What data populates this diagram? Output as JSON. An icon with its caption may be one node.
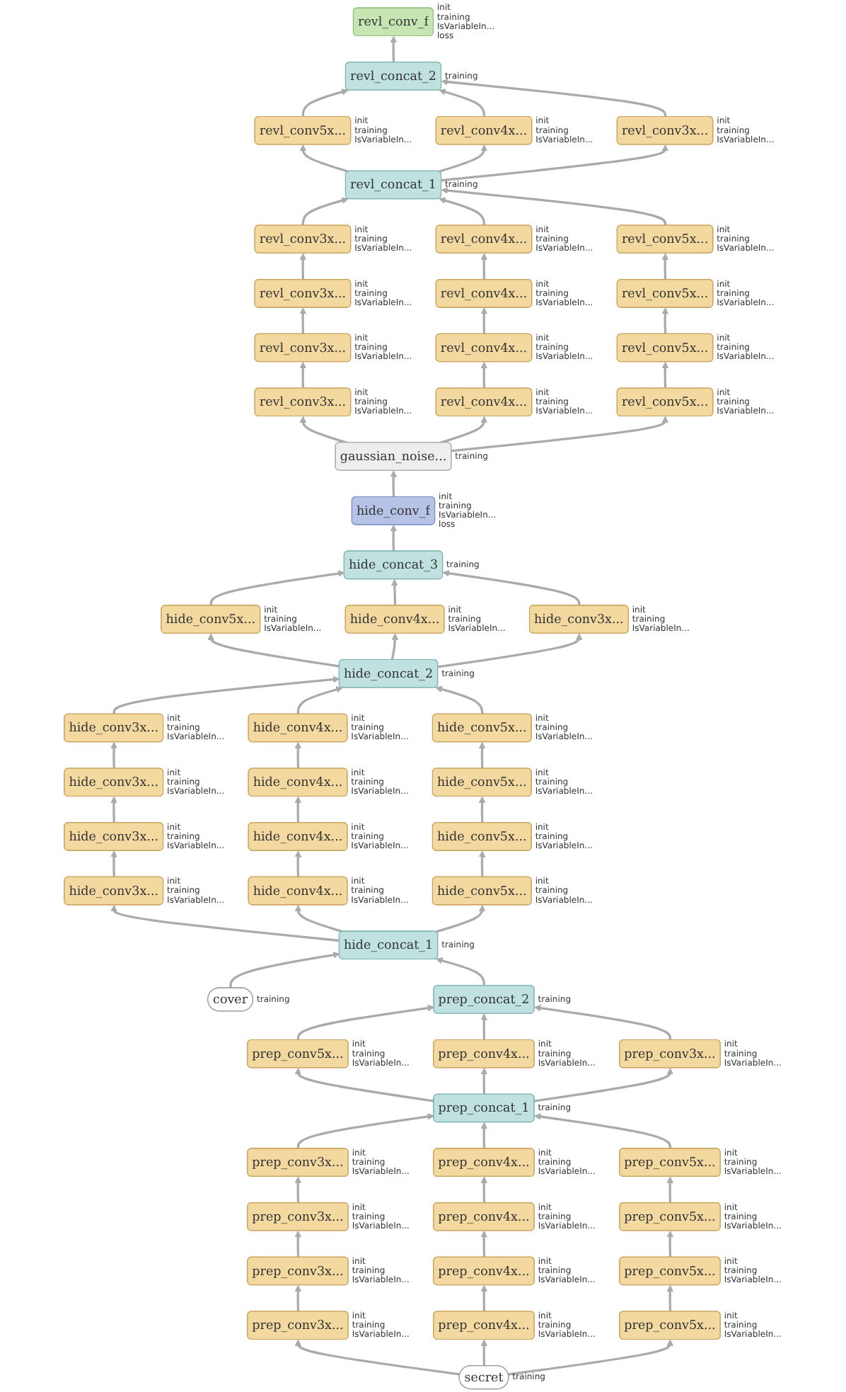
{
  "diagram": {
    "nodes": [
      {
        "text": [
          "revl_conv_f"
        ],
        "beside": [
          "init",
          "training",
          "IsVariableIn...",
          "loss"
        ]
      },
      {
        "text": [
          "revl_concat_2"
        ],
        "beside": [
          "training"
        ]
      },
      {
        "text": [
          "revl_conv5x..."
        ],
        "beside": [
          "init",
          "training",
          "IsVariableIn..."
        ]
      },
      {
        "text": [
          "revl_conv4x..."
        ],
        "beside": [
          "init",
          "training",
          "IsVariableIn..."
        ]
      },
      {
        "text": [
          "revl_conv3x..."
        ],
        "beside": [
          "init",
          "training",
          "IsVariableIn..."
        ]
      },
      {
        "text": [
          "revl_concat_1"
        ],
        "beside": [
          "training"
        ]
      },
      {
        "text": [
          "revl_conv3x..."
        ],
        "beside": [
          "init",
          "training",
          "IsVariableIn..."
        ]
      },
      {
        "text": [
          "revl_conv4x..."
        ],
        "beside": [
          "init",
          "training",
          "IsVariableIn..."
        ]
      },
      {
        "text": [
          "revl_conv5x..."
        ],
        "beside": [
          "init",
          "training",
          "IsVariableIn..."
        ]
      },
      {
        "text": [
          "revl_conv3x..."
        ],
        "beside": [
          "init",
          "training",
          "IsVariableIn..."
        ]
      },
      {
        "text": [
          "revl_conv4x..."
        ],
        "beside": [
          "init",
          "training",
          "IsVariableIn..."
        ]
      },
      {
        "text": [
          "revl_conv5x..."
        ],
        "beside": [
          "init",
          "training",
          "IsVariableIn..."
        ]
      },
      {
        "text": [
          "revl_conv3x..."
        ],
        "beside": [
          "init",
          "training",
          "IsVariableIn..."
        ]
      },
      {
        "text": [
          "revl_conv4x..."
        ],
        "beside": [
          "init",
          "training",
          "IsVariableIn..."
        ]
      },
      {
        "text": [
          "revl_conv5x..."
        ],
        "beside": [
          "init",
          "training",
          "IsVariableIn..."
        ]
      },
      {
        "text": [
          "revl_conv3x..."
        ],
        "beside": [
          "init",
          "training",
          "IsVariableIn..."
        ]
      },
      {
        "text": [
          "revl_conv4x..."
        ],
        "beside": [
          "init",
          "training",
          "IsVariableIn..."
        ]
      },
      {
        "text": [
          "revl_conv5x..."
        ],
        "beside": [
          "init",
          "training",
          "IsVariableIn..."
        ]
      },
      {
        "text": [
          "gaussian_noise..."
        ],
        "beside": [
          "training"
        ]
      },
      {
        "text": [
          "hide_conv_f"
        ],
        "beside": [
          "init",
          "training",
          "IsVariableIn...",
          "loss"
        ]
      },
      {
        "text": [
          "hide_concat_3"
        ],
        "beside": [
          "training"
        ]
      },
      {
        "text": [
          "hide_conv5x..."
        ],
        "beside": [
          "init",
          "training",
          "IsVariableIn..."
        ]
      },
      {
        "text": [
          "hide_conv4x..."
        ],
        "beside": [
          "init",
          "training",
          "IsVariableIn..."
        ]
      },
      {
        "text": [
          "hide_conv3x..."
        ],
        "beside": [
          "init",
          "training",
          "IsVariableIn..."
        ]
      },
      {
        "text": [
          "hide_concat_2"
        ],
        "beside": [
          "training"
        ]
      },
      {
        "text": [
          "hide_conv3x..."
        ],
        "beside": [
          "init",
          "training",
          "IsVariableIn..."
        ]
      },
      {
        "text": [
          "hide_conv4x..."
        ],
        "beside": [
          "init",
          "training",
          "IsVariableIn..."
        ]
      },
      {
        "text": [
          "hide_conv5x..."
        ],
        "beside": [
          "init",
          "training",
          "IsVariableIn..."
        ]
      },
      {
        "text": [
          "hide_conv3x..."
        ],
        "beside": [
          "init",
          "training",
          "IsVariableIn..."
        ]
      },
      {
        "text": [
          "hide_conv4x..."
        ],
        "beside": [
          "init",
          "training",
          "IsVariableIn..."
        ]
      },
      {
        "text": [
          "hide_conv5x..."
        ],
        "beside": [
          "init",
          "training",
          "IsVariableIn..."
        ]
      },
      {
        "text": [
          "hide_conv3x..."
        ],
        "beside": [
          "init",
          "training",
          "IsVariableIn..."
        ]
      },
      {
        "text": [
          "hide_conv4x..."
        ],
        "beside": [
          "init",
          "training",
          "IsVariableIn..."
        ]
      },
      {
        "text": [
          "hide_conv5x..."
        ],
        "beside": [
          "init",
          "training",
          "IsVariableIn..."
        ]
      },
      {
        "text": [
          "hide_conv3x..."
        ],
        "beside": [
          "init",
          "training",
          "IsVariableIn..."
        ]
      },
      {
        "text": [
          "hide_conv4x..."
        ],
        "beside": [
          "init",
          "training",
          "IsVariableIn..."
        ]
      },
      {
        "text": [
          "hide_conv5x..."
        ],
        "beside": [
          "init",
          "training",
          "IsVariableIn..."
        ]
      },
      {
        "text": [
          "hide_concat_1"
        ],
        "beside": [
          "training"
        ]
      },
      {
        "text": [
          "cover"
        ],
        "beside": [
          "training"
        ]
      },
      {
        "text": [
          "prep_concat_2"
        ],
        "beside": [
          "training"
        ]
      },
      {
        "text": [
          "prep_conv5x..."
        ],
        "beside": [
          "init",
          "training",
          "IsVariableIn..."
        ]
      },
      {
        "text": [
          "prep_conv4x..."
        ],
        "beside": [
          "init",
          "training",
          "IsVariableIn..."
        ]
      },
      {
        "text": [
          "prep_conv3x..."
        ],
        "beside": [
          "init",
          "training",
          "IsVariableIn..."
        ]
      },
      {
        "text": [
          "prep_concat_1"
        ],
        "beside": [
          "training"
        ]
      },
      {
        "text": [
          "prep_conv3x..."
        ],
        "beside": [
          "init",
          "training",
          "IsVariableIn..."
        ]
      },
      {
        "text": [
          "prep_conv4x..."
        ],
        "beside": [
          "init",
          "training",
          "IsVariableIn..."
        ]
      },
      {
        "text": [
          "prep_conv5x..."
        ],
        "beside": [
          "init",
          "training",
          "IsVariableIn..."
        ]
      },
      {
        "text": [
          "prep_conv3x..."
        ],
        "beside": [
          "init",
          "training",
          "IsVariableIn..."
        ]
      },
      {
        "text": [
          "prep_conv4x..."
        ],
        "beside": [
          "init",
          "training",
          "IsVariableIn..."
        ]
      },
      {
        "text": [
          "prep_conv5x..."
        ],
        "beside": [
          "init",
          "training",
          "IsVariableIn..."
        ]
      },
      {
        "text": [
          "prep_conv3x..."
        ],
        "beside": [
          "init",
          "training",
          "IsVariableIn..."
        ]
      },
      {
        "text": [
          "prep_conv4x..."
        ],
        "beside": [
          "init",
          "training",
          "IsVariableIn..."
        ]
      },
      {
        "text": [
          "prep_conv5x..."
        ],
        "beside": [
          "init",
          "training",
          "IsVariableIn..."
        ]
      },
      {
        "text": [
          "prep_conv3x..."
        ],
        "beside": [
          "init",
          "training",
          "IsVariableIn..."
        ]
      },
      {
        "text": [
          "prep_conv4x..."
        ],
        "beside": [
          "init",
          "training",
          "IsVariableIn..."
        ]
      },
      {
        "text": [
          "prep_conv5x..."
        ],
        "beside": [
          "init",
          "training",
          "IsVariableIn..."
        ]
      },
      {
        "text": [
          "secret"
        ],
        "beside": [
          "training"
        ]
      }
    ],
    "edges": [
      {
        "from": 1,
        "to": 0,
        "arrow": "to"
      },
      {
        "from": 2,
        "to": 1,
        "arrow": "to"
      },
      {
        "from": 3,
        "to": 1,
        "arrow": "to"
      },
      {
        "from": 4,
        "to": 1,
        "arrow": "to"
      },
      {
        "from": 5,
        "to": 2,
        "arrow": "to"
      },
      {
        "from": 5,
        "to": 3,
        "arrow": "to"
      },
      {
        "from": 5,
        "to": 4,
        "arrow": "to"
      },
      {
        "from": 6,
        "to": 5,
        "arrow": "to"
      },
      {
        "from": 7,
        "to": 5,
        "arrow": "to"
      },
      {
        "from": 8,
        "to": 5,
        "arrow": "to"
      },
      {
        "from": 9,
        "to": 6,
        "arrow": "to"
      },
      {
        "from": 10,
        "to": 7,
        "arrow": "to"
      },
      {
        "from": 11,
        "to": 8,
        "arrow": "to"
      },
      {
        "from": 12,
        "to": 9,
        "arrow": "to"
      },
      {
        "from": 13,
        "to": 10,
        "arrow": "to"
      },
      {
        "from": 14,
        "to": 11,
        "arrow": "to"
      },
      {
        "from": 15,
        "to": 12,
        "arrow": "to"
      },
      {
        "from": 16,
        "to": 13,
        "arrow": "to"
      },
      {
        "from": 17,
        "to": 14,
        "arrow": "to"
      },
      {
        "from": 18,
        "to": 15,
        "arrow": "to"
      },
      {
        "from": 18,
        "to": 16,
        "arrow": "to"
      },
      {
        "from": 18,
        "to": 17,
        "arrow": "to"
      },
      {
        "from": 19,
        "to": 18,
        "arrow": "to"
      },
      {
        "from": 20,
        "to": 19,
        "arrow": "to"
      },
      {
        "from": 21,
        "to": 20,
        "arrow": "to"
      },
      {
        "from": 22,
        "to": 20,
        "arrow": "to"
      },
      {
        "from": 23,
        "to": 20,
        "arrow": "to"
      },
      {
        "from": 24,
        "to": 21,
        "arrow": "to"
      },
      {
        "from": 24,
        "to": 22,
        "arrow": "to"
      },
      {
        "from": 24,
        "to": 23,
        "arrow": "to"
      },
      {
        "from": 25,
        "to": 24,
        "arrow": "to"
      },
      {
        "from": 26,
        "to": 24,
        "arrow": "to"
      },
      {
        "from": 27,
        "to": 24,
        "arrow": "to"
      },
      {
        "from": 28,
        "to": 25,
        "arrow": "to"
      },
      {
        "from": 29,
        "to": 26,
        "arrow": "to"
      },
      {
        "from": 30,
        "to": 27,
        "arrow": "to"
      },
      {
        "from": 31,
        "to": 28,
        "arrow": "to"
      },
      {
        "from": 32,
        "to": 29,
        "arrow": "to"
      },
      {
        "from": 33,
        "to": 30,
        "arrow": "to"
      },
      {
        "from": 34,
        "to": 31,
        "arrow": "to"
      },
      {
        "from": 35,
        "to": 32,
        "arrow": "to"
      },
      {
        "from": 36,
        "to": 33,
        "arrow": "to"
      },
      {
        "from": 37,
        "to": 34,
        "arrow": "to"
      },
      {
        "from": 37,
        "to": 35,
        "arrow": "to"
      },
      {
        "from": 37,
        "to": 36,
        "arrow": "to"
      },
      {
        "from": 38,
        "to": 37,
        "arrow": "to"
      },
      {
        "from": 39,
        "to": 37,
        "arrow": "to"
      },
      {
        "from": 40,
        "to": 39,
        "arrow": "to"
      },
      {
        "from": 41,
        "to": 39,
        "arrow": "to"
      },
      {
        "from": 42,
        "to": 39,
        "arrow": "to"
      },
      {
        "from": 43,
        "to": 40,
        "arrow": "to"
      },
      {
        "from": 43,
        "to": 41,
        "arrow": "to"
      },
      {
        "from": 43,
        "to": 42,
        "arrow": "to"
      },
      {
        "from": 44,
        "to": 43,
        "arrow": "to"
      },
      {
        "from": 45,
        "to": 43,
        "arrow": "to"
      },
      {
        "from": 46,
        "to": 43,
        "arrow": "to"
      },
      {
        "from": 47,
        "to": 44,
        "arrow": "to"
      },
      {
        "from": 48,
        "to": 45,
        "arrow": "to"
      },
      {
        "from": 49,
        "to": 46,
        "arrow": "to"
      },
      {
        "from": 50,
        "to": 47,
        "arrow": "to"
      },
      {
        "from": 51,
        "to": 48,
        "arrow": "to"
      },
      {
        "from": 52,
        "to": 49,
        "arrow": "to"
      },
      {
        "from": 53,
        "to": 50,
        "arrow": "to"
      },
      {
        "from": 54,
        "to": 51,
        "arrow": "to"
      },
      {
        "from": 55,
        "to": 52,
        "arrow": "to"
      },
      {
        "from": 56,
        "to": 53,
        "arrow": "to"
      },
      {
        "from": 56,
        "to": 54,
        "arrow": "to"
      },
      {
        "from": 56,
        "to": 55,
        "arrow": "to"
      }
    ]
  }
}
